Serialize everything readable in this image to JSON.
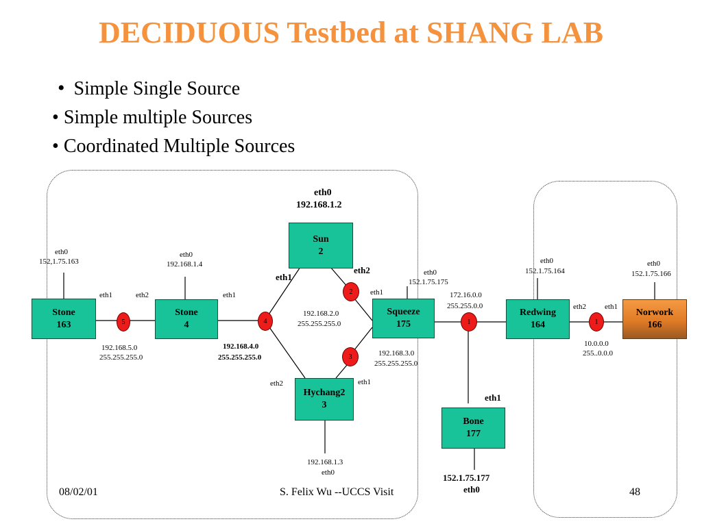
{
  "title": "DECIDUOUS Testbed at SHANG LAB",
  "bullets": [
    "Simple Single Source",
    "Simple multiple Sources",
    "Coordinated Multiple Sources"
  ],
  "nodes": {
    "stone163": {
      "line1": "Stone",
      "line2": "163"
    },
    "stone4": {
      "line1": "Stone",
      "line2": "4"
    },
    "sun2": {
      "line1": "Sun",
      "line2": "2"
    },
    "hychang23": {
      "line1": "Hychang2",
      "line2": "3"
    },
    "squeeze175": {
      "line1": "Squeeze",
      "line2": "175"
    },
    "redwing164": {
      "line1": "Redwing",
      "line2": "164"
    },
    "norwork166": {
      "line1": "Norwork",
      "line2": "166"
    },
    "bone177": {
      "line1": "Bone",
      "line2": "177"
    }
  },
  "routers": {
    "r5": "5",
    "r4": "4",
    "r2": "2",
    "r3": "3",
    "r1a": "1",
    "r1b": "1"
  },
  "labels": {
    "stone163_eth0": "eth0",
    "stone163_ip": "152,1.75.163",
    "stone4_eth0": "eth0",
    "stone4_ip": "192.168.1.4",
    "sun_eth0": "eth0",
    "sun_ip": "192.168.1.2",
    "stone163_eth1": "eth1",
    "stone4_eth2": "eth2",
    "stone4_eth1": "eth1",
    "sun_eth1": "eth1",
    "sun_eth2": "eth2",
    "squeeze_eth1": "eth1",
    "squeeze_eth0": "eth0",
    "squeeze_ip": "152.1.75.175",
    "net_172": "172.16.0.0",
    "mask_172": "255.255.0.0",
    "redwing_eth0": "eth0",
    "redwing_ip": "152.1.75.164",
    "norwork_eth0": "eth0",
    "norwork_ip": "152.1.75.166",
    "redwing_eth2": "eth2",
    "norwork_eth1": "eth1",
    "net_2": "192.168.2.0",
    "mask_2": "255.255.255.0",
    "net_5": "192.168.5.0",
    "mask_5": "255.255.255.0",
    "net_4": "192.168.4.0",
    "mask_4": "255.255.255.0",
    "net_3": "192.168.3.0",
    "mask_3": "255.255.255.0",
    "net_10": "10.0.0.0",
    "mask_10": "255..0.0.0",
    "hychang_eth2": "eth2",
    "hychang_eth1": "eth1",
    "hychang_ip": "192.168.1.3",
    "hychang_eth0": "eth0",
    "bone_eth1": "eth1",
    "bone_ip": "152.1.75.177",
    "bone_eth0": "eth0"
  },
  "footer": {
    "date": "08/02/01",
    "center": "S. Felix Wu --UCCS Visit",
    "page": "48"
  },
  "colors": {
    "title": "#f5923e",
    "node": "#18c39a",
    "router": "#ee1b1b",
    "norwork": "#e88a34"
  }
}
